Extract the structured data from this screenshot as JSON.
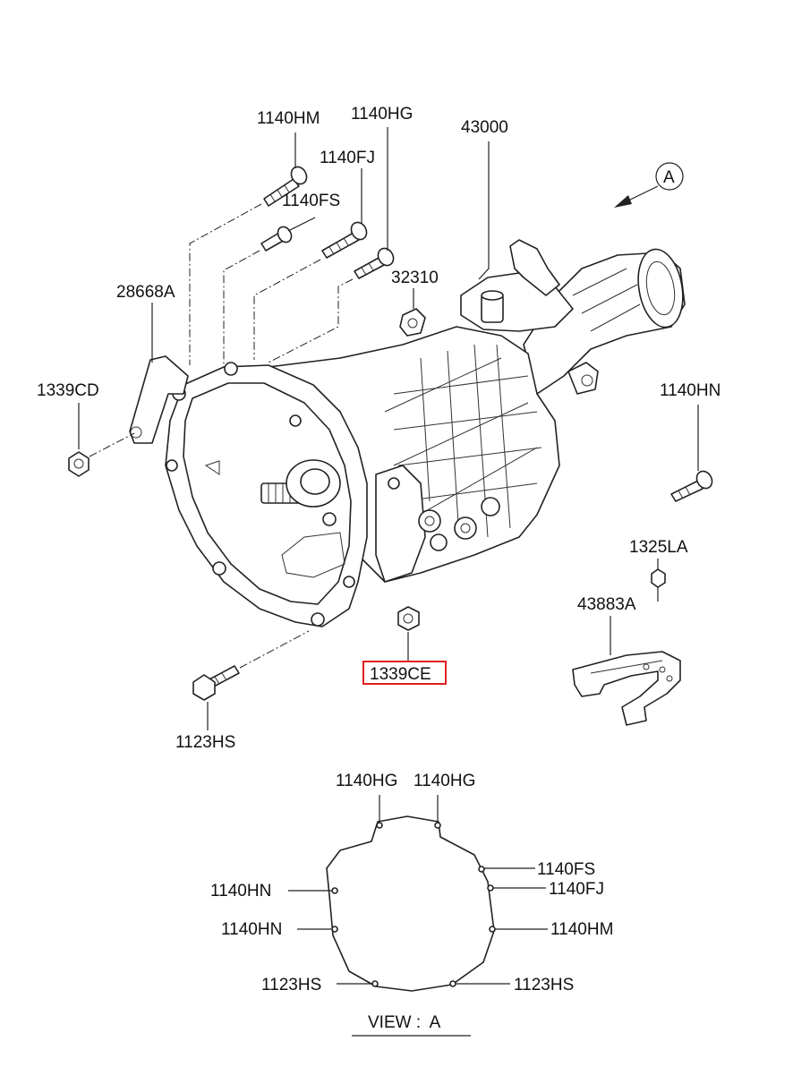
{
  "labels": {
    "p1140HM": "1140HM",
    "p1140HG": "1140HG",
    "p43000": "43000",
    "p1140FJ": "1140FJ",
    "p1140FS": "1140FS",
    "pA": "A",
    "p28668A": "28668A",
    "p32310": "32310",
    "p1339CD": "1339CD",
    "p1140HN": "1140HN",
    "p1325LA": "1325LA",
    "p43883A": "43883A",
    "p1339CE": "1339CE",
    "p1123HS": "1123HS"
  },
  "view_a": {
    "title": "VIEW :  A",
    "top_left": "1140HG",
    "top_right": "1140HG",
    "right_1": "1140FS",
    "right_2": "1140FJ",
    "right_3": "1140HM",
    "left_1": "1140HN",
    "left_2": "1140HN",
    "bottom_left": "1123HS",
    "bottom_right": "1123HS"
  },
  "highlight_color": "#e02020"
}
